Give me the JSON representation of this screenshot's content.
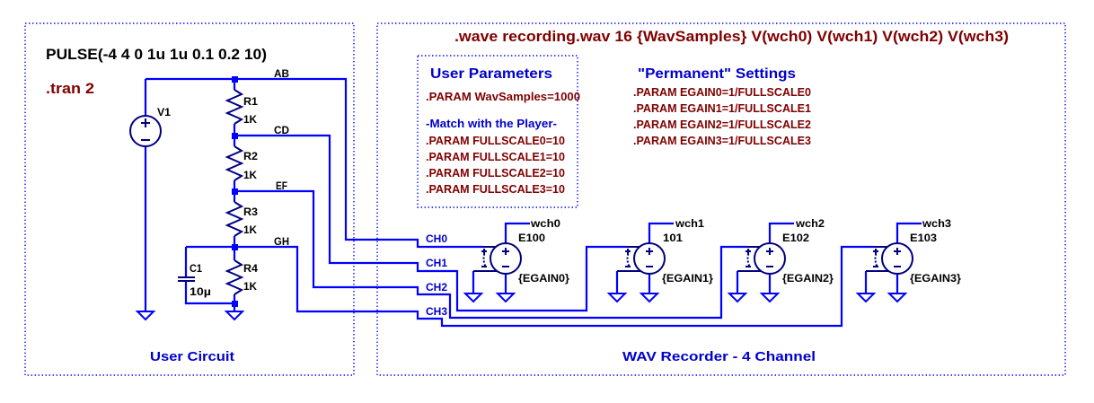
{
  "colors": {
    "wire": "#0000ff",
    "symbol": "#000080",
    "directive": "#800000",
    "comment": "#0000cc",
    "label": "#000000",
    "background": "#ffffff"
  },
  "user_circuit": {
    "title": "User Circuit",
    "source_spec": "PULSE(-4 4 0 1u 1u 0.1 0.2 10)",
    "tran_directive": ".tran 2",
    "voltage_source": {
      "name": "V1"
    },
    "resistors": [
      {
        "name": "R1",
        "value": "1K"
      },
      {
        "name": "R2",
        "value": "1K"
      },
      {
        "name": "R3",
        "value": "1K"
      },
      {
        "name": "R4",
        "value": "1K"
      }
    ],
    "capacitor": {
      "name": "C1",
      "value": "10µ"
    },
    "net_labels": [
      "AB",
      "CD",
      "EF",
      "GH"
    ]
  },
  "wav_recorder": {
    "title": "WAV Recorder - 4 Channel",
    "wave_directive": ".wave recording.wav 16  {WavSamples}  V(wch0) V(wch1) V(wch2) V(wch3)",
    "user_parameters": {
      "title": "User Parameters",
      "wav_samples": ".PARAM WavSamples=1000",
      "note": "-Match with the Player-",
      "fullscale": [
        ".PARAM FULLSCALE0=10",
        ".PARAM FULLSCALE1=10",
        ".PARAM FULLSCALE2=10",
        ".PARAM FULLSCALE3=10"
      ]
    },
    "permanent_settings": {
      "title": "\"Permanent\" Settings",
      "egain": [
        ".PARAM EGAIN0=1/FULLSCALE0",
        ".PARAM EGAIN1=1/FULLSCALE1",
        ".PARAM EGAIN2=1/FULLSCALE2",
        ".PARAM EGAIN3=1/FULLSCALE3"
      ]
    },
    "channel_labels": [
      "CH0",
      "CH1",
      "CH2",
      "CH3"
    ],
    "sources": [
      {
        "name": "E100",
        "gain": "{EGAIN0}",
        "output_net": "wch0"
      },
      {
        "name": "101",
        "gain": "{EGAIN1}",
        "output_net": "wch1"
      },
      {
        "name": "E102",
        "gain": "{EGAIN2}",
        "output_net": "wch2"
      },
      {
        "name": "E103",
        "gain": "{EGAIN3}",
        "output_net": "wch3"
      }
    ]
  }
}
